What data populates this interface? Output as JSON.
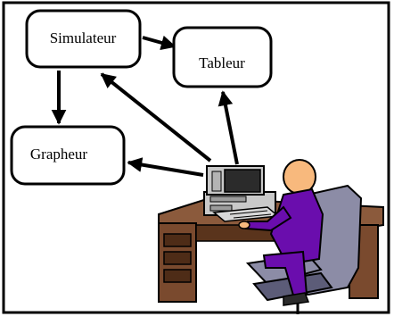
{
  "nodes": [
    {
      "id": "simulateur",
      "label": "Simulateur"
    },
    {
      "id": "tableur",
      "label": "Tableur"
    },
    {
      "id": "grapheur",
      "label": "Grapheur"
    }
  ],
  "edges": [
    {
      "from": "simulateur",
      "to": "tableur"
    },
    {
      "from": "simulateur",
      "to": "grapheur"
    },
    {
      "from": "computer",
      "to": "simulateur"
    },
    {
      "from": "computer",
      "to": "tableur"
    },
    {
      "from": "computer",
      "to": "grapheur"
    }
  ],
  "colors": {
    "frame": "#000000",
    "desk_wood": "#7a4a2e",
    "desk_shadow": "#4e2c17",
    "chair_grey": "#8c8ca6",
    "chair_dark": "#5c5c78",
    "shirt_purple": "#6a0dad",
    "skin": "#f8b97d",
    "computer_grey": "#c9c9c9",
    "screen": "#2b2b2b"
  }
}
